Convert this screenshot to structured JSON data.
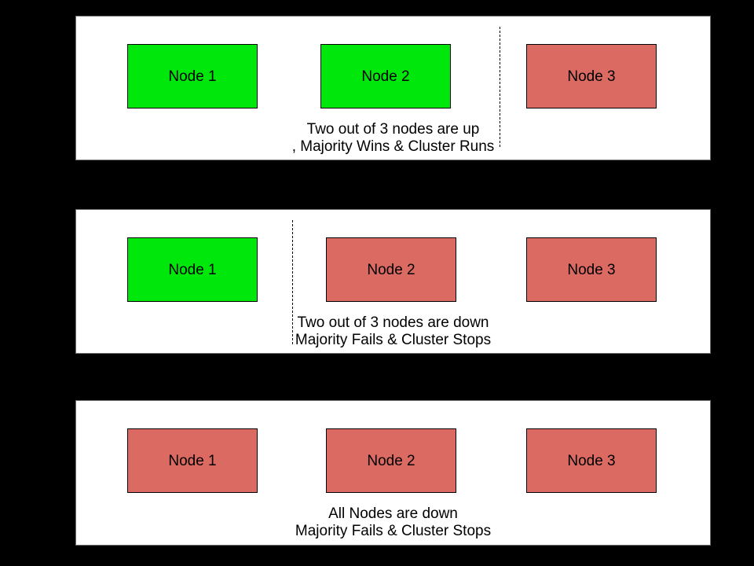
{
  "colors": {
    "background": "#000000",
    "panel_bg": "#ffffff",
    "panel_border": "#6e6e6e",
    "node_border": "#000000",
    "node_up": "#00e70b",
    "node_down": "#db6a62",
    "text": "#000000",
    "divider": "#000000"
  },
  "panels": [
    {
      "nodes": [
        {
          "label": "Node 1",
          "status": "up"
        },
        {
          "label": "Node 2",
          "status": "up"
        },
        {
          "label": "Node 3",
          "status": "down"
        }
      ],
      "divider_present": true,
      "caption_lines": [
        "Two out of 3 nodes are up",
        ", Majority Wins & Cluster Runs"
      ]
    },
    {
      "nodes": [
        {
          "label": "Node 1",
          "status": "up"
        },
        {
          "label": "Node 2",
          "status": "down"
        },
        {
          "label": "Node 3",
          "status": "down"
        }
      ],
      "divider_present": true,
      "caption_lines": [
        "Two out of 3 nodes are down",
        "Majority Fails & Cluster Stops"
      ]
    },
    {
      "nodes": [
        {
          "label": "Node 1",
          "status": "down"
        },
        {
          "label": "Node 2",
          "status": "down"
        },
        {
          "label": "Node 3",
          "status": "down"
        }
      ],
      "divider_present": false,
      "caption_lines": [
        "All Nodes are down",
        "Majority Fails & Cluster Stops"
      ]
    }
  ]
}
